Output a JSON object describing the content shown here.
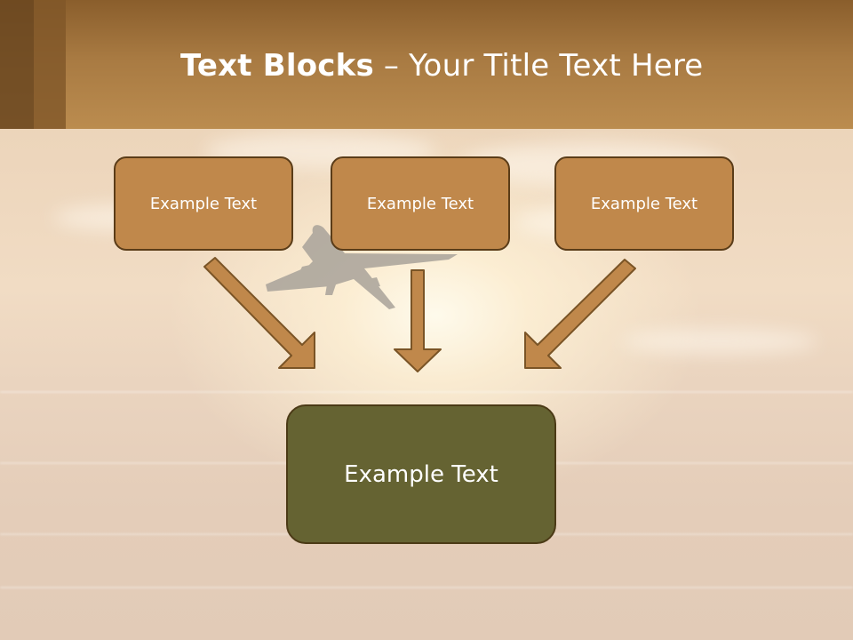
{
  "header": {
    "title_bold": "Text Blocks",
    "title_separator": " – ",
    "title_rest": "Your Title Text Here"
  },
  "blocks": [
    {
      "label": "Example Text"
    },
    {
      "label": "Example Text"
    },
    {
      "label": "Example Text"
    }
  ],
  "target_block": {
    "label": "Example Text"
  },
  "colors": {
    "header": "#a87a42",
    "block_fill": "#c0884b",
    "block_border": "#5a3c18",
    "arrow_fill": "#c0884b",
    "target_fill": "#656332"
  }
}
